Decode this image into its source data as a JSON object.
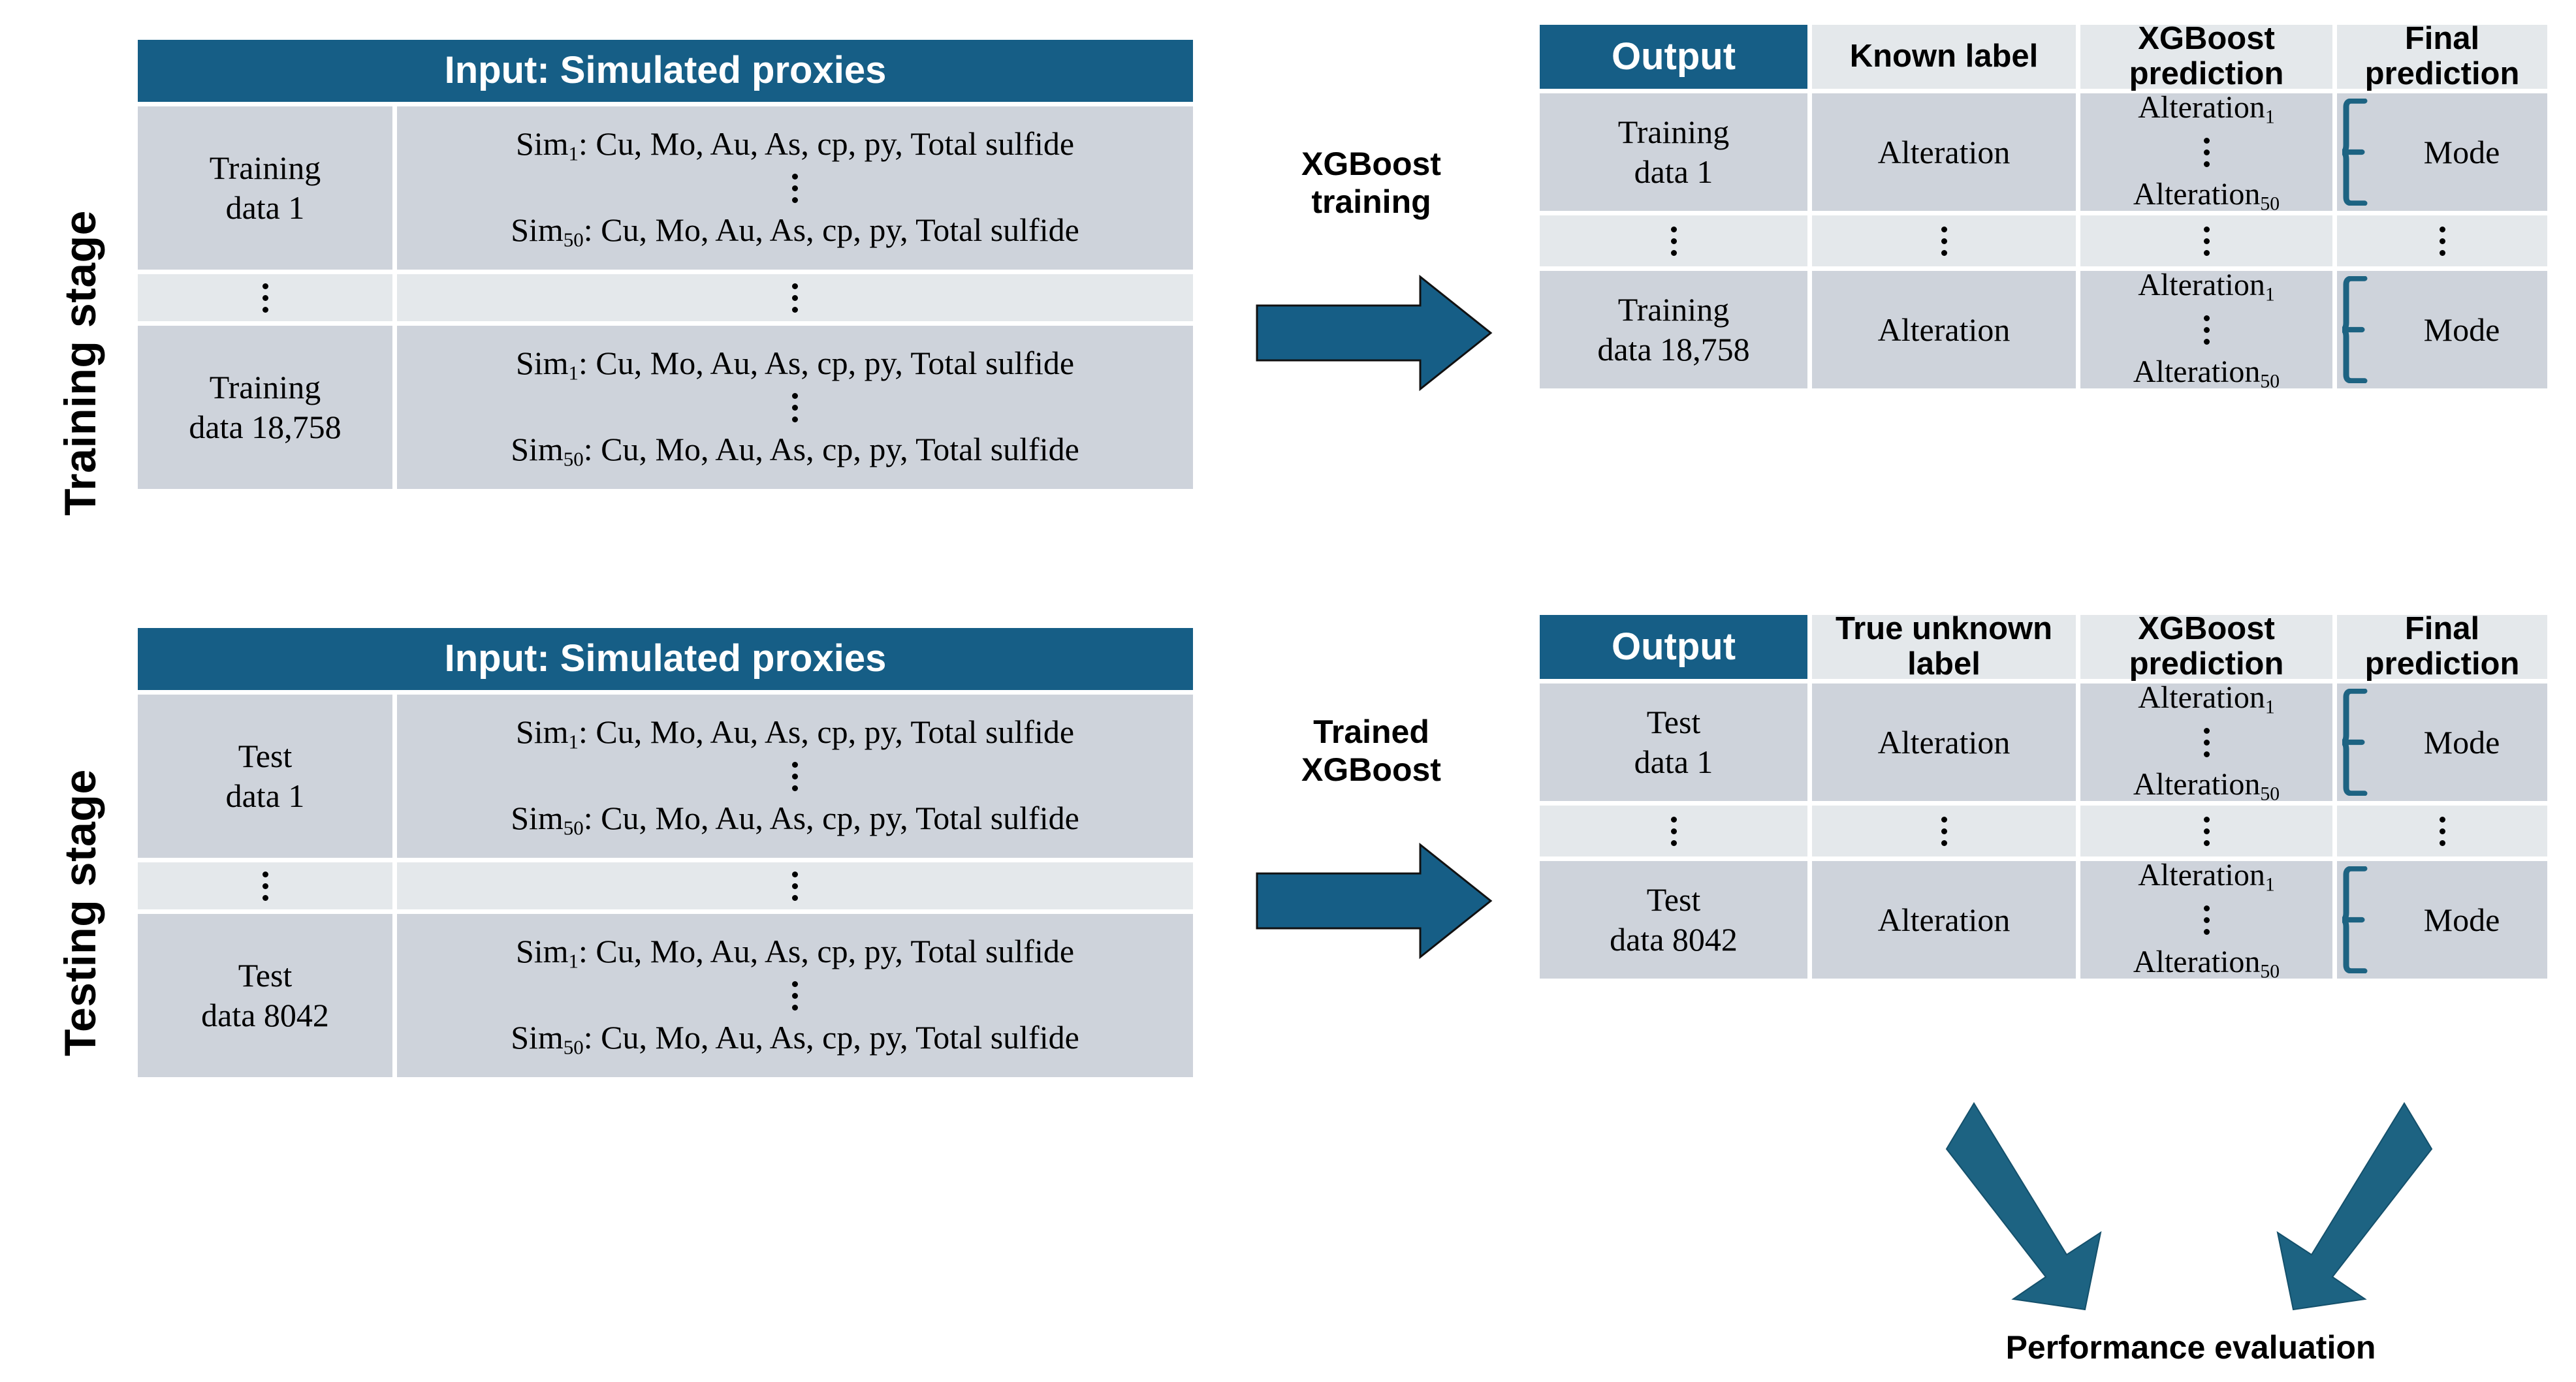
{
  "figure": {
    "colors": {
      "accent_teal": "#165e86",
      "row_gray": "#ced3db",
      "row_light": "#e4e8eb",
      "text_black": "#000000",
      "banner_text": "#ffffff"
    }
  },
  "stages": [
    {
      "label": "Training stage"
    },
    {
      "label": "Testing stage"
    }
  ],
  "input_banner": "Input: Simulated proxies",
  "proxy_line_first": "Sim",
  "proxy_sub_first": "1",
  "proxy_sub_last": "50",
  "proxy_body": ": Cu, Mo, Au, As, cp, py, Total sulfide",
  "ellipsis": "⋮",
  "training_input": {
    "banner": "Input: Simulated proxies",
    "rows": [
      {
        "name": "Training\ndata 1",
        "sim_first": "Sim",
        "sim_first_sub": "1",
        "sim_last_sub": "50",
        "proxies": ": Cu, Mo, Au, As, cp, py, Total sulfide"
      },
      {
        "name": "⋮",
        "proxies": "⋮"
      },
      {
        "name": "Training\ndata 18,758",
        "sim_first": "Sim",
        "sim_first_sub": "1",
        "sim_last_sub": "50",
        "proxies": ": Cu, Mo, Au, As, cp, py, Total sulfide"
      }
    ]
  },
  "testing_input": {
    "banner": "Input: Simulated proxies",
    "rows": [
      {
        "name": "Test\ndata 1",
        "sim_first": "Sim",
        "sim_first_sub": "1",
        "sim_last_sub": "50",
        "proxies": ": Cu, Mo, Au, As, cp, py, Total sulfide"
      },
      {
        "name": "⋮",
        "proxies": "⋮"
      },
      {
        "name": "Test\ndata 8042",
        "sim_first": "Sim",
        "sim_first_sub": "1",
        "sim_last_sub": "50",
        "proxies": ": Cu, Mo, Au, As, cp, py, Total sulfide"
      }
    ]
  },
  "training_output": {
    "headers": [
      "Output",
      "Known label",
      "XGBoost prediction",
      "Final prediction"
    ],
    "rows": [
      {
        "name": "Training\ndata 1",
        "label": "Alteration",
        "pred_first": "Alteration",
        "pred_first_sub": "1",
        "pred_last": "Alteration",
        "pred_last_sub": "50",
        "final": "Mode"
      },
      {
        "name": "⋮",
        "label": "⋮",
        "pred": "⋮",
        "final": "⋮"
      },
      {
        "name": "Training\ndata 18,758",
        "label": "Alteration",
        "pred_first": "Alteration",
        "pred_first_sub": "1",
        "pred_last": "Alteration",
        "pred_last_sub": "50",
        "final": "Mode"
      }
    ]
  },
  "testing_output": {
    "headers": [
      "Output",
      "True unknown label",
      "XGBoost prediction",
      "Final prediction"
    ],
    "rows": [
      {
        "name": "Test\ndata 1",
        "label": "Alteration",
        "pred_first": "Alteration",
        "pred_first_sub": "1",
        "pred_last": "Alteration",
        "pred_last_sub": "50",
        "final": "Mode"
      },
      {
        "name": "⋮",
        "label": "⋮",
        "pred": "⋮",
        "final": "⋮"
      },
      {
        "name": "Test\ndata 8042",
        "label": "Alteration",
        "pred_first": "Alteration",
        "pred_first_sub": "1",
        "pred_last": "Alteration",
        "pred_last_sub": "50",
        "final": "Mode"
      }
    ]
  },
  "arrows": {
    "training_label": "XGBoost\ntraining",
    "testing_label": "Trained\nXGBoost"
  },
  "evaluation_label": "Performance evaluation"
}
